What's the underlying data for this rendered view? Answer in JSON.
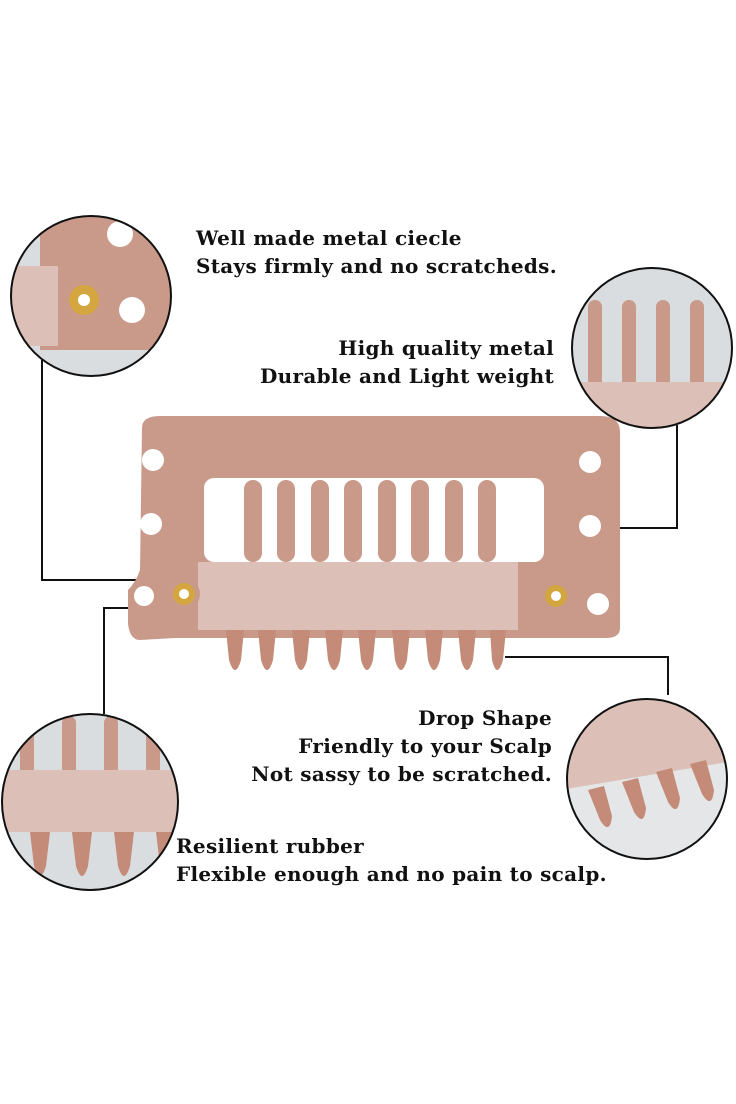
{
  "callouts": {
    "metal_circle": {
      "line1": "Well made metal ciecle",
      "line2": "Stays firmly and no scratcheds."
    },
    "metal_quality": {
      "line1": "High quality metal",
      "line2": "Durable and Light weight"
    },
    "drop_shape": {
      "line1": "Drop Shape",
      "line2": "Friendly to your Scalp",
      "line3": "Not sassy to be scratched."
    },
    "rubber": {
      "line1": "Resilient rubber",
      "line2": "Flexible enough and no pain to scalp."
    }
  },
  "colors": {
    "clip": "#c9998a",
    "clip_dark": "#b5857a",
    "rubber": "#dcc0b8",
    "eyelet": "#d4a640",
    "leader_line": "#111111",
    "background": "#ffffff"
  }
}
